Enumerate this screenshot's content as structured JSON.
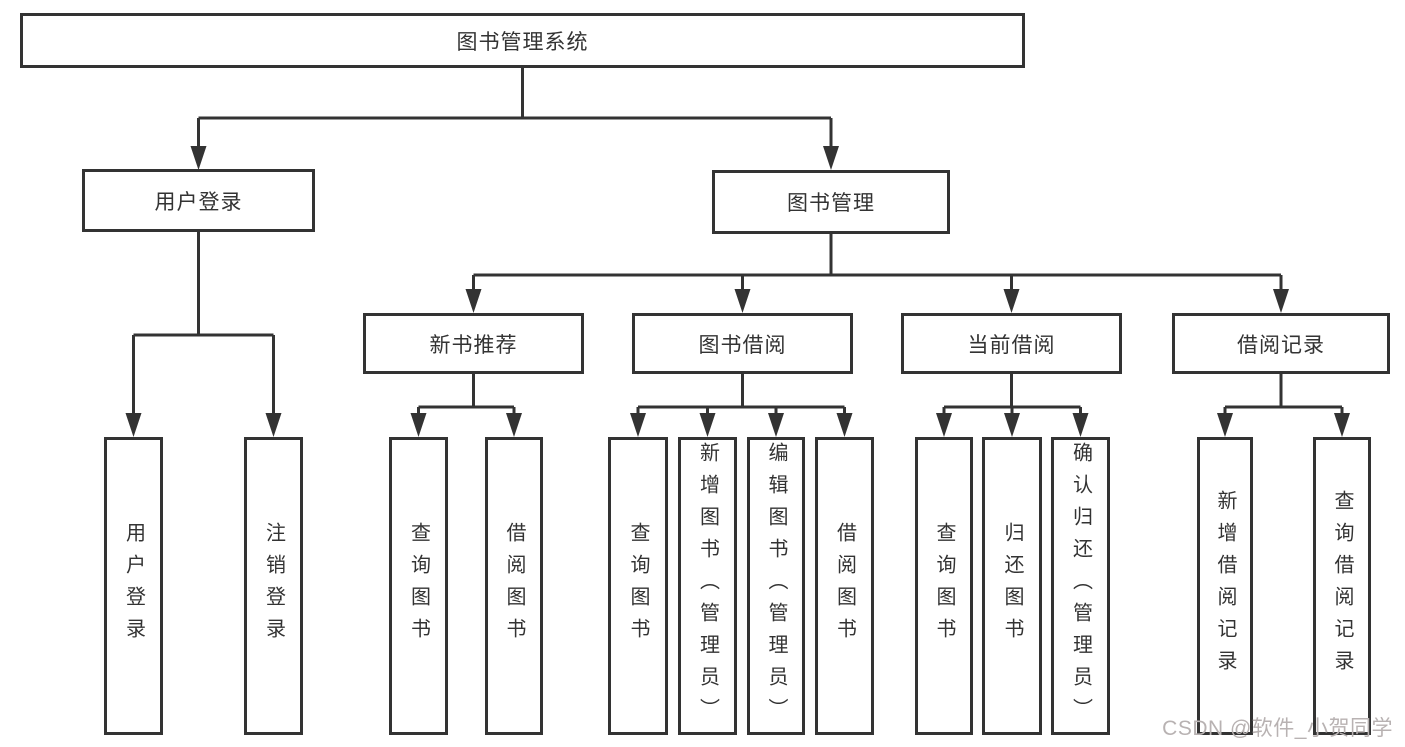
{
  "diagram": {
    "type": "hierarchy-tree",
    "nodes": {
      "root": {
        "label": "图书管理系统"
      },
      "level2": [
        {
          "label": "用户登录",
          "parent": "图书管理系统"
        },
        {
          "label": "图书管理",
          "parent": "图书管理系统"
        }
      ],
      "level3": [
        {
          "label": "新书推荐",
          "parent": "图书管理"
        },
        {
          "label": "图书借阅",
          "parent": "图书管理"
        },
        {
          "label": "当前借阅",
          "parent": "图书管理"
        },
        {
          "label": "借阅记录",
          "parent": "图书管理"
        }
      ],
      "leaves": [
        {
          "label": "用户登录",
          "parent": "用户登录"
        },
        {
          "label": "注销登录",
          "parent": "用户登录"
        },
        {
          "label": "查询图书",
          "parent": "新书推荐"
        },
        {
          "label": "借阅图书",
          "parent": "新书推荐"
        },
        {
          "label": "查询图书",
          "parent": "图书借阅"
        },
        {
          "label": "新增图书（管理员）",
          "parent": "图书借阅"
        },
        {
          "label": "编辑图书（管理员）",
          "parent": "图书借阅"
        },
        {
          "label": "借阅图书",
          "parent": "图书借阅"
        },
        {
          "label": "查询图书",
          "parent": "当前借阅"
        },
        {
          "label": "归还图书",
          "parent": "当前借阅"
        },
        {
          "label": "确认归还（管理员）",
          "parent": "当前借阅"
        },
        {
          "label": "新增借阅记录",
          "parent": "借阅记录"
        },
        {
          "label": "查询借阅记录",
          "parent": "借阅记录"
        }
      ]
    }
  },
  "watermark": {
    "text": "CSDN @软件_小贺同学"
  },
  "colors": {
    "line": "#333333",
    "text": "#333333",
    "watermark": "#b8b2b2",
    "background": "#ffffff"
  }
}
